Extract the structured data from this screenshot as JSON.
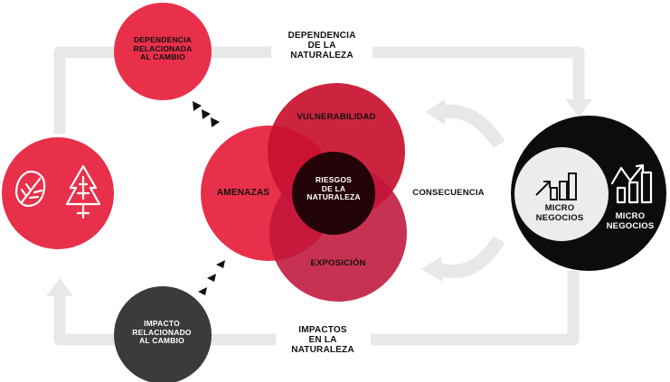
{
  "colors": {
    "red": "#e8304a",
    "red_dark": "#c8102e",
    "crimson": "#c0163a",
    "black": "#0c0c0c",
    "charcoal": "#3b3b3b",
    "flow_grey": "#e8e8e8",
    "white": "#ffffff"
  },
  "icons": [
    "leaf-icon",
    "tree-icon",
    "small-business-growth-icon",
    "large-business-growth-icon",
    "triangle-arrow-icon"
  ],
  "labels": {
    "dependencia_cambio": "DEPENDENCIA\nRELACIONADA\nAL CAMBIO",
    "dependencia_naturaleza": "DEPENDENCIA\nDE LA\nNATURALEZA",
    "vulnerabilidad": "VULNERABILIDAD",
    "amenazas": "AMENAZAS",
    "riesgos": "RIESGOS\nDE LA\nNATURALEZA",
    "exposicion": "EXPOSICIÓN",
    "consecuencia": "CONSECUENCIA",
    "micro_small": "MICRO\nNEGOCIOS",
    "micro_large": "MICRO\nNEGOCIOS",
    "impacto_cambio": "IMPACTO\nRELACIONADO\nAL CAMBIO",
    "impactos_naturaleza": "IMPACTOS\nEN LA\nNATURALEZA"
  }
}
